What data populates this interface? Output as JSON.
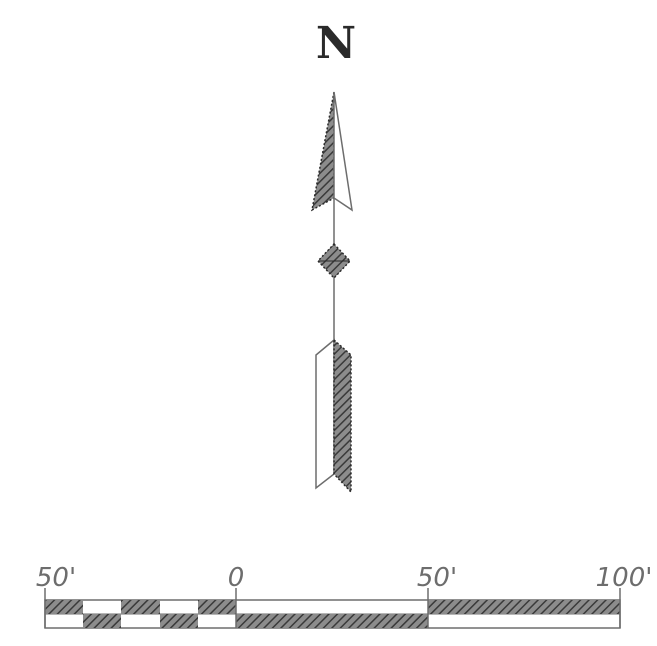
{
  "compass": {
    "north_label": "N"
  },
  "scale_bar": {
    "labels": [
      "50'",
      "0",
      "50'",
      "100'"
    ]
  },
  "colors": {
    "ink": "#2a2a2a",
    "hatch_fill": "#7a7a7a",
    "outline": "#6d6d6d"
  }
}
